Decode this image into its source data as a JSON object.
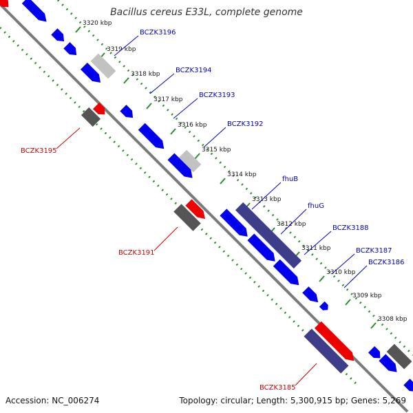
{
  "title": "Bacillus cereus E33L, complete genome",
  "footer": {
    "accession": "Accession: NC_006274",
    "summary": "Topology: circular; Length: 5,300,915 bp; Genes: 5,269"
  },
  "colors": {
    "backbone": "#7a7a7a",
    "tick_dots": "#2e8b2e",
    "forward_cds": "#0000ee",
    "reverse_cds": "#ee0000",
    "other_feature": "#3d3d8a",
    "gray_feature": "#555555",
    "light_gray_feature": "#c2c2c2",
    "label_forward": "#0000bb",
    "label_reverse": "#cc0000"
  },
  "kbp_ticks": [
    "3320 kbp",
    "3319 kbp",
    "3318 kbp",
    "3317 kbp",
    "3316 kbp",
    "3315 kbp",
    "3314 kbp",
    "3313 kbp",
    "3312 kbp",
    "3311 kbp",
    "3310 kbp",
    "3309 kbp",
    "3308 kbp"
  ],
  "gene_labels": {
    "BCZK3196": "BCZK3196",
    "BCZK3194": "BCZK3194",
    "BCZK3193": "BCZK3193",
    "BCZK3192": "BCZK3192",
    "BCZK3195": "BCZK3195",
    "fhuB": "fhuB",
    "fhuG": "fhuG",
    "BCZK3188": "BCZK3188",
    "BCZK3191": "BCZK3191",
    "BCZK3187": "BCZK3187",
    "BCZK3186": "BCZK3186",
    "BCZK3185": "BCZK3185"
  },
  "feature_icons": {
    "forward": "blue-arrow-icon",
    "reverse": "red-arrow-icon",
    "other": "dark-box-icon"
  }
}
